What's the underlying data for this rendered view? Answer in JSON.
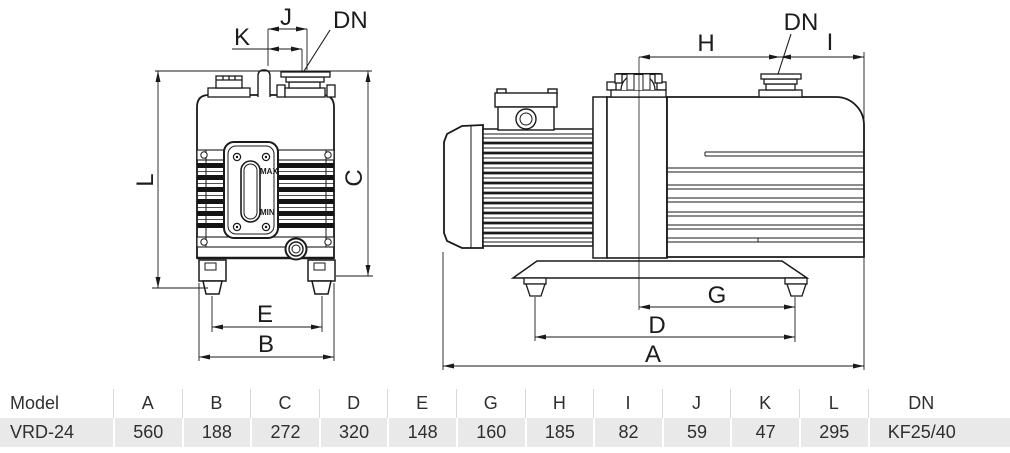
{
  "drawing": {
    "front_view": {
      "dim_J": "J",
      "dim_K": "K",
      "dim_DN": "DN",
      "dim_L": "L",
      "dim_C": "C",
      "dim_E": "E",
      "dim_B": "B",
      "sight_glass_max": "MAX",
      "sight_glass_min": "MIN"
    },
    "side_view": {
      "dim_H": "H",
      "dim_DN": "DN",
      "dim_I": "I",
      "dim_G": "G",
      "dim_D": "D",
      "dim_A": "A"
    },
    "line_color": "#1a1a1a"
  },
  "table": {
    "headers": [
      "Model",
      "A",
      "B",
      "C",
      "D",
      "E",
      "G",
      "H",
      "I",
      "J",
      "K",
      "L",
      "DN"
    ],
    "rows": [
      [
        "VRD-24",
        "560",
        "188",
        "272",
        "320",
        "148",
        "160",
        "185",
        "82",
        "59",
        "47",
        "295",
        "KF25/40"
      ]
    ],
    "row_bg": "#e9e9e9"
  }
}
